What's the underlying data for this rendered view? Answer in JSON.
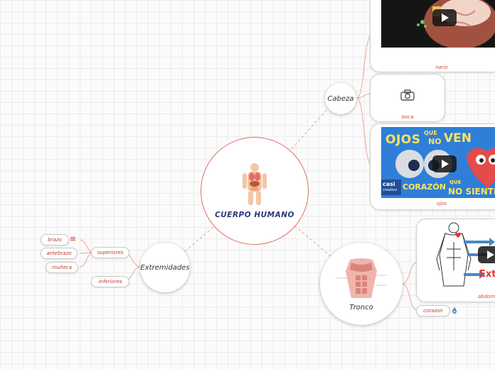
{
  "central": {
    "title": "CUERPO HUMANO"
  },
  "branches": {
    "cabeza": {
      "label": "Cabeza",
      "children": [
        {
          "label": "nariz"
        },
        {
          "label": "boca"
        },
        {
          "label": "ojos"
        }
      ]
    },
    "extremidades": {
      "label": "Extremidades",
      "superiores": {
        "label": "superiores",
        "items": [
          "brazo",
          "antebrazo",
          "muñeca"
        ]
      },
      "inferiores": {
        "label": "inferiores"
      }
    },
    "tronco": {
      "label": "Tronco",
      "children": [
        {
          "label": "abdomen"
        },
        {
          "label": "corazon"
        }
      ]
    }
  },
  "thumbnails": {
    "ojos_line1": "OJOS",
    "ojos_que1": "QUE",
    "ojos_no": "NO",
    "ojos_ven": "VEN",
    "casi": "casi",
    "creativo": "creativo",
    "corazon": "CORAZÓN",
    "que2": "QUE",
    "no_siente": "NO SIENTE",
    "ext": "Ext"
  },
  "colors": {
    "accent": "#d0503a",
    "central_border": "#e07060",
    "link": "#e8a090",
    "ojos_bg": "#2f7fd8",
    "title_blue": "#2a3a7a"
  }
}
